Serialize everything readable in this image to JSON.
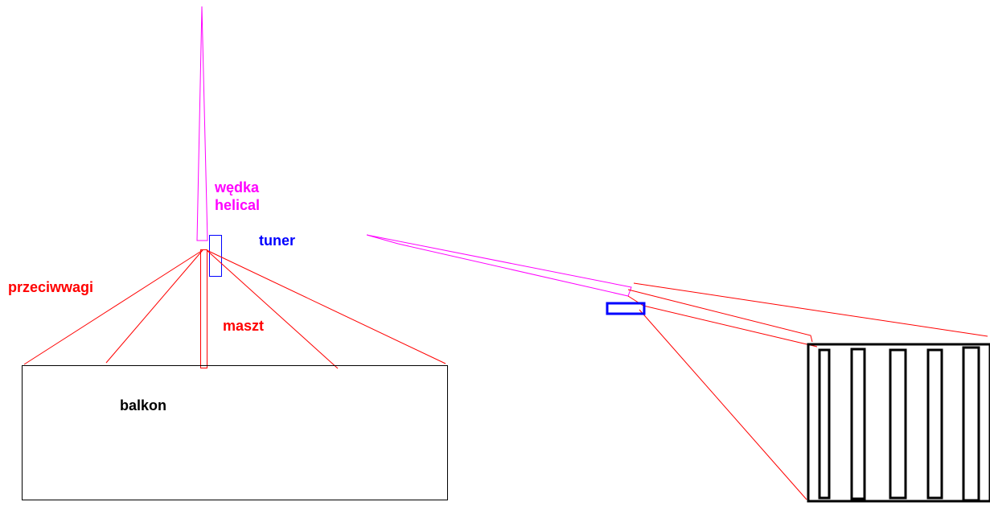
{
  "labels": {
    "rod_line1": "wędka",
    "rod_line2": "helical",
    "tuner": "tuner",
    "counterpoises": "przeciwwagi",
    "mast": "maszt",
    "balcony": "balkon"
  },
  "colors": {
    "rod": "#ff00ff",
    "tuner": "#0000ff",
    "wires": "#ff0000",
    "outline": "#000000"
  }
}
